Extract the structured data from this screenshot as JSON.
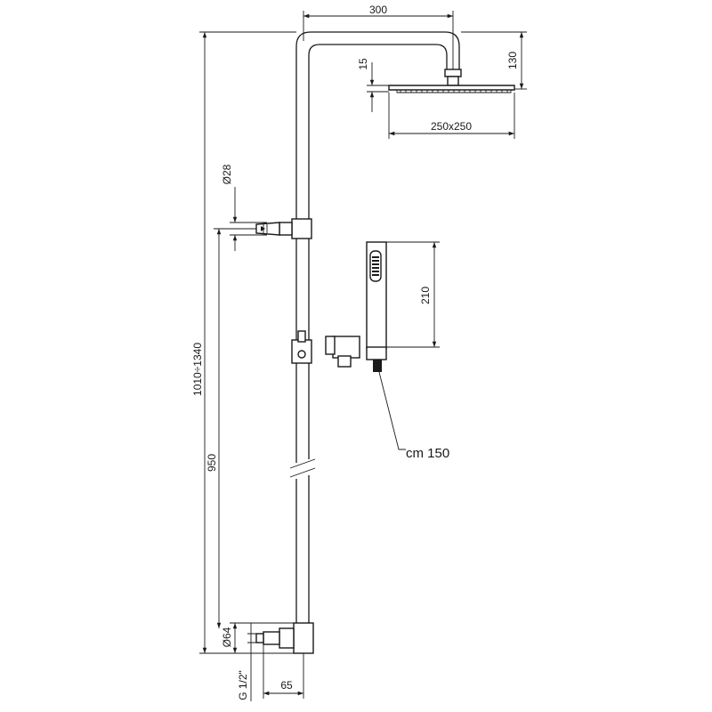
{
  "dimensions": {
    "arm_width": "300",
    "head_drop": "15",
    "head_total_height": "130",
    "head_size": "250x250",
    "slider_diameter": "Ø28",
    "hand_shower_length": "210",
    "total_height": "1010÷1340",
    "slider_height": "950",
    "outlet_diameter": "Ø64",
    "connection_thread": "G 1/2\"",
    "wall_offset": "65",
    "hose_length": "cm 150"
  }
}
